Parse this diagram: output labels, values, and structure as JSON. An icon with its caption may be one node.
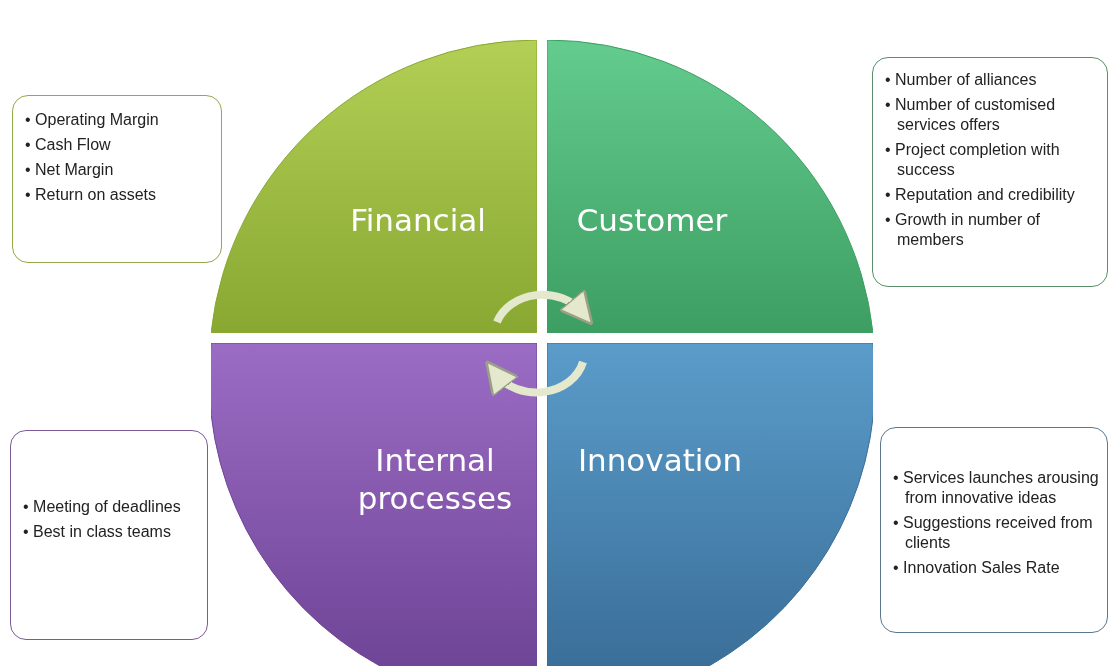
{
  "diagram": {
    "nodes": [
      {
        "text": [
          "• Operating Margin",
          "• Cash Flow",
          "• Net Margin",
          "• Return on assets"
        ]
      },
      {
        "text": [
          "Financial"
        ]
      },
      {
        "text": [
          "Customer"
        ]
      },
      {
        "text": [
          "• Number of alliances",
          "• Number of customised services offers",
          "• Project completion with success",
          "• Reputation and credibility",
          "• Growth in number of members"
        ]
      },
      {
        "text": [
          "• Meeting of deadlines",
          "• Best in class teams"
        ]
      },
      {
        "text": [
          "Internal processes"
        ]
      },
      {
        "text": [
          "Innovation"
        ]
      },
      {
        "text": [
          "• Services launches arousing from innovative ideas",
          "• Suggestions received from clients",
          "• Innovation Sales Rate"
        ]
      }
    ],
    "edges": [
      {
        "from": 1,
        "to": 2,
        "arrow": "to"
      },
      {
        "from": 6,
        "to": 5,
        "arrow": "to"
      }
    ]
  }
}
